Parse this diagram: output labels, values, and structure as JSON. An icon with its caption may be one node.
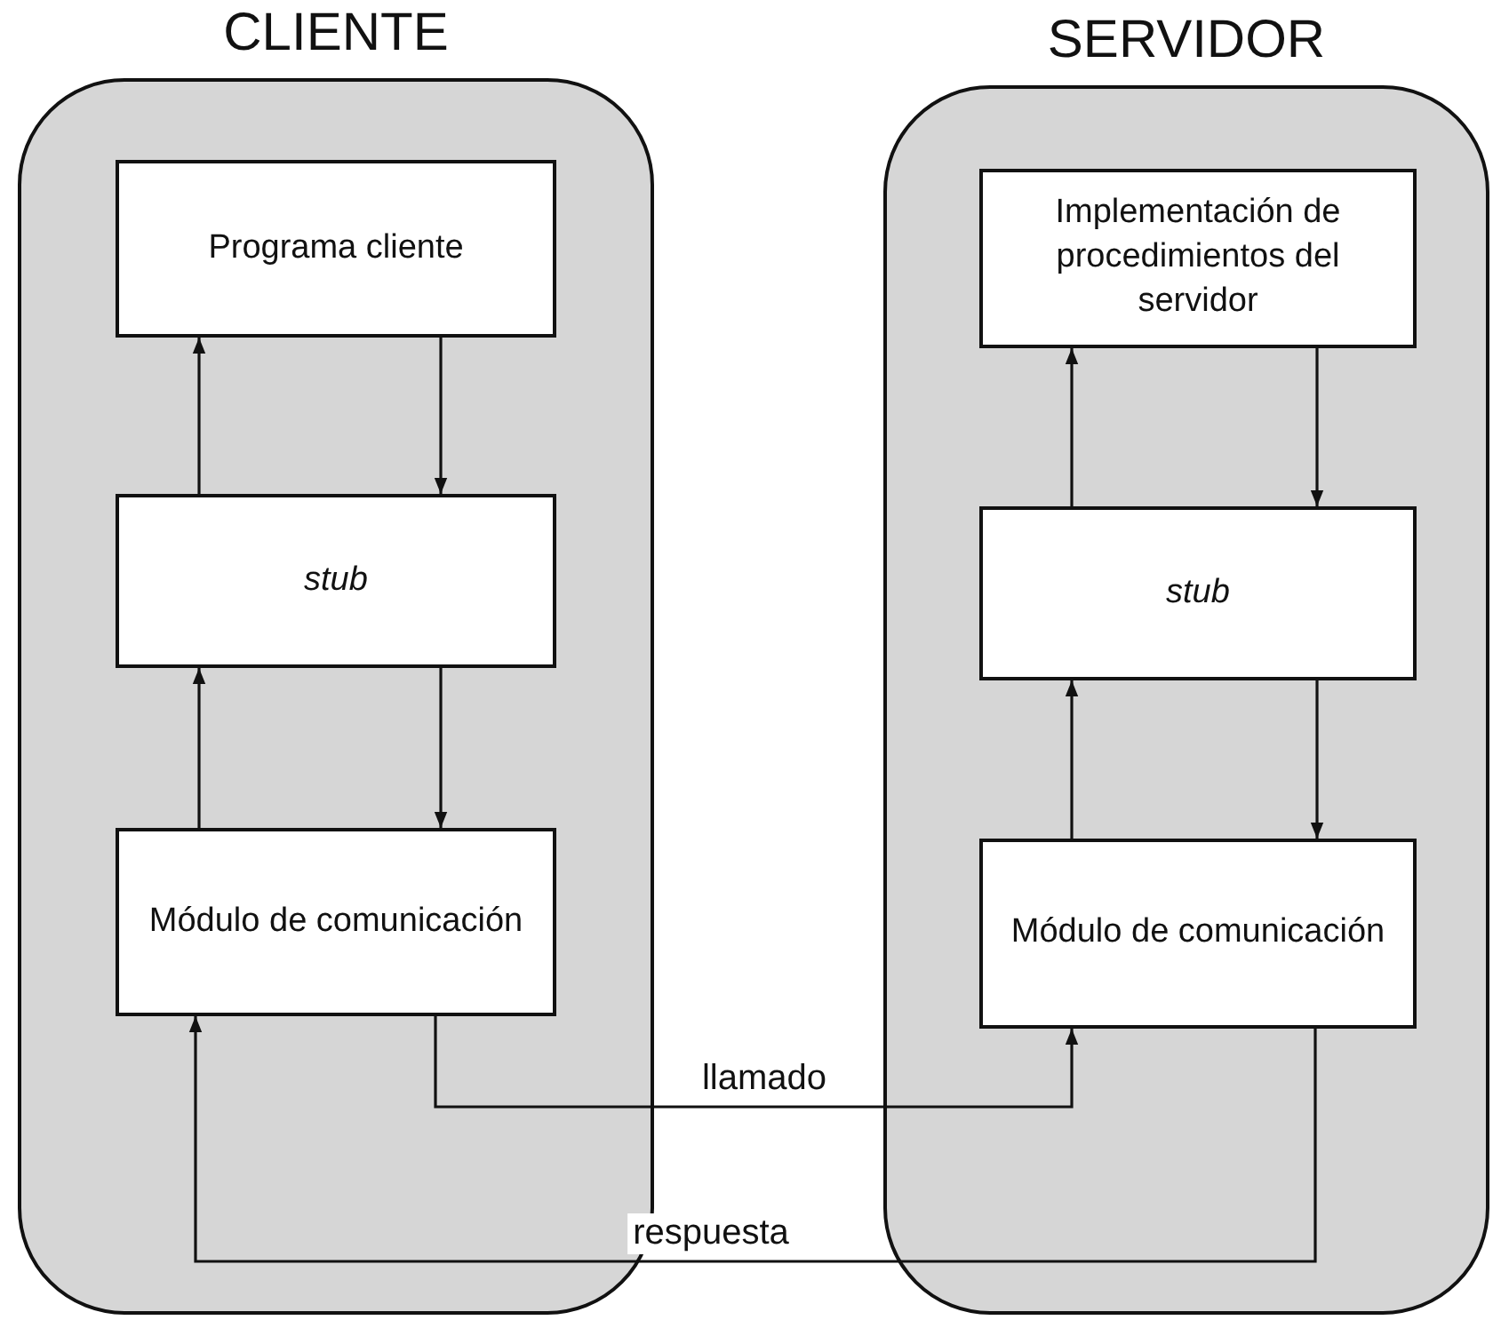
{
  "diagram": {
    "nodes": [
      {
        "text": [
          "CLIENTE"
        ]
      },
      {
        "text": [
          "Programa cliente"
        ],
        "in": 0
      },
      {
        "text": [
          "stub"
        ],
        "in": 0
      },
      {
        "text": [
          "Módulo de comunicación"
        ],
        "in": 0
      },
      {
        "text": [
          "SERVIDOR"
        ]
      },
      {
        "text": [
          "Implementación de procedimientos del servidor"
        ],
        "in": 4
      },
      {
        "text": [
          "stub"
        ],
        "in": 4
      },
      {
        "text": [
          "Módulo de comunicación"
        ],
        "in": 4
      }
    ],
    "edges": [
      {
        "from": 1,
        "to": 2,
        "arrow": "to"
      },
      {
        "from": 2,
        "to": 1,
        "arrow": "to"
      },
      {
        "from": 2,
        "to": 3,
        "arrow": "to"
      },
      {
        "from": 3,
        "to": 2,
        "arrow": "to"
      },
      {
        "from": 3,
        "to": 7,
        "arrow": "to",
        "label": "llamado"
      },
      {
        "from": 7,
        "to": 3,
        "arrow": "to",
        "label": "respuesta"
      },
      {
        "from": 5,
        "to": 6,
        "arrow": "to"
      },
      {
        "from": 6,
        "to": 5,
        "arrow": "to"
      },
      {
        "from": 6,
        "to": 7,
        "arrow": "to"
      },
      {
        "from": 7,
        "to": 6,
        "arrow": "to"
      }
    ]
  }
}
